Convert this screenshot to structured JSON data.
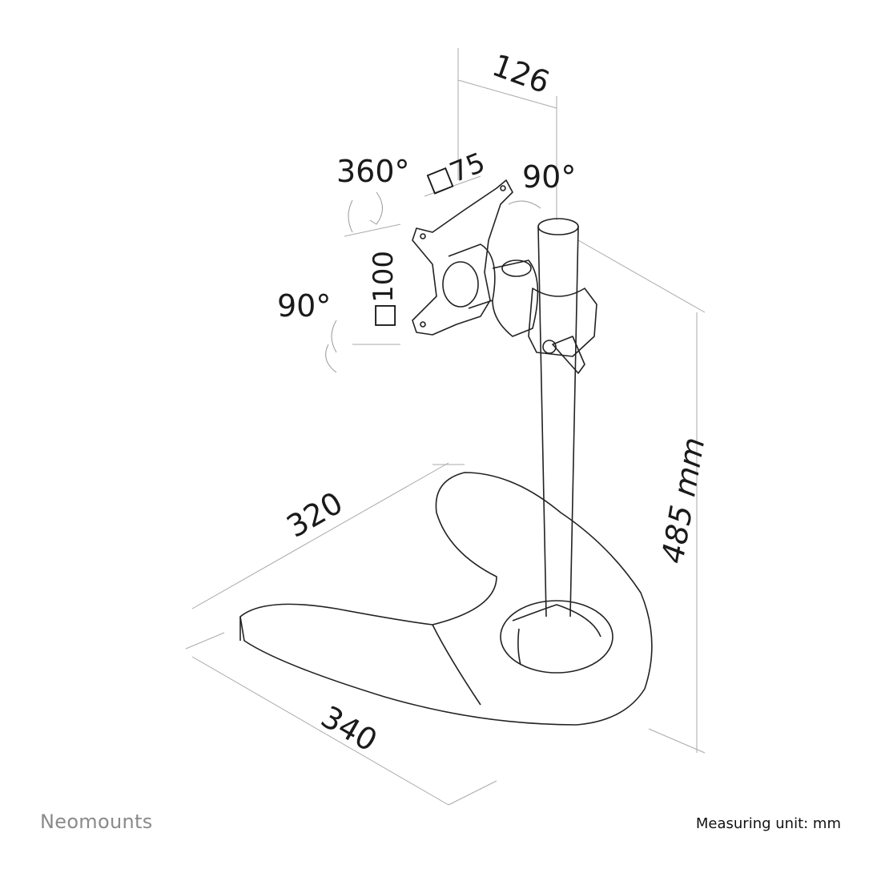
{
  "dimensions": {
    "arm_depth": "126",
    "rotation": "360°",
    "vesa_small": "□75",
    "tilt": "90°",
    "swivel": "90°",
    "vesa_large": "□100",
    "base_depth": "320",
    "base_width": "340",
    "height": "485 mm"
  },
  "footer": {
    "brand": "Neomounts",
    "unit_note": "Measuring unit: mm"
  }
}
